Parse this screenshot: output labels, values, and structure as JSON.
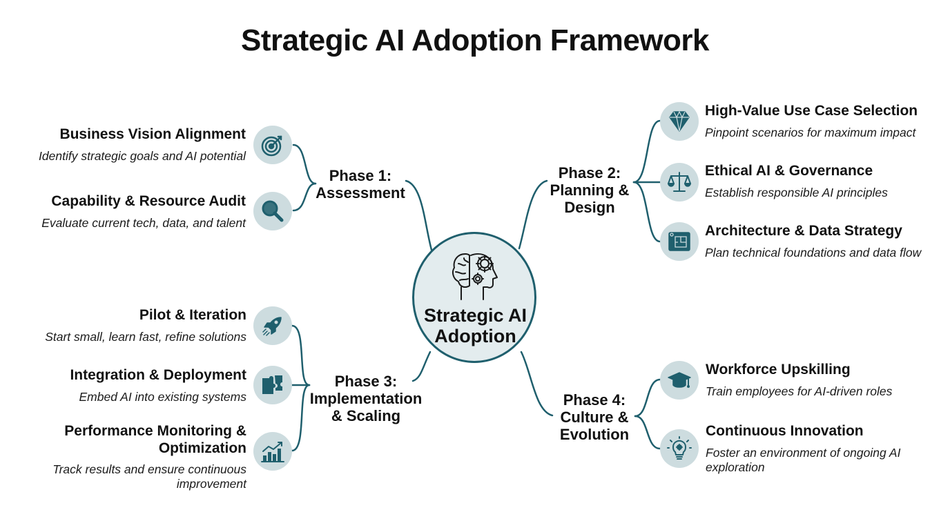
{
  "title": "Strategic AI Adoption Framework",
  "center": {
    "label_line1": "Strategic AI",
    "label_line2": "Adoption",
    "icon": "head-gears-icon"
  },
  "phases": [
    {
      "lines": [
        "Phase 1:",
        "Assessment"
      ],
      "items": [
        {
          "title": "Business Vision Alignment",
          "desc": [
            "Identify strategic goals and AI potential"
          ],
          "icon": "target-icon"
        },
        {
          "title": "Capability & Resource Audit",
          "desc": [
            "Evaluate current tech, data, and talent"
          ],
          "icon": "magnifier-icon"
        }
      ]
    },
    {
      "lines": [
        "Phase 2:",
        "Planning &",
        "Design"
      ],
      "items": [
        {
          "title": "High-Value Use Case Selection",
          "desc": [
            "Pinpoint scenarios for maximum impact"
          ],
          "icon": "diamond-icon"
        },
        {
          "title": "Ethical AI & Governance",
          "desc": [
            "Establish responsible AI principles"
          ],
          "icon": "scales-icon"
        },
        {
          "title": "Architecture & Data Strategy",
          "desc": [
            "Plan technical foundations and data flow"
          ],
          "icon": "blueprint-icon"
        }
      ]
    },
    {
      "lines": [
        "Phase 3:",
        "Implementation",
        "& Scaling"
      ],
      "items": [
        {
          "title": "Pilot & Iteration",
          "desc": [
            "Start small, learn fast, refine solutions"
          ],
          "icon": "rocket-icon"
        },
        {
          "title": "Integration & Deployment",
          "desc": [
            "Embed AI into existing systems"
          ],
          "icon": "puzzle-icon"
        },
        {
          "title_lines": [
            "Performance Monitoring &",
            "Optimization"
          ],
          "desc": [
            "Track results and ensure continuous",
            "improvement"
          ],
          "icon": "growth-chart-icon"
        }
      ]
    },
    {
      "lines": [
        "Phase 4:",
        "Culture &",
        "Evolution"
      ],
      "items": [
        {
          "title": "Workforce Upskilling",
          "desc": [
            "Train employees for AI-driven roles"
          ],
          "icon": "graduation-cap-icon"
        },
        {
          "title": "Continuous Innovation",
          "desc": [
            "Foster an environment of ongoing AI",
            "exploration"
          ],
          "icon": "lightbulb-icon"
        }
      ]
    }
  ],
  "colors": {
    "connector": "#1f5f6d",
    "icon_background": "#cddcdf",
    "center_fill": "#e3ecee",
    "icon_stroke": "#1f5f6d"
  }
}
